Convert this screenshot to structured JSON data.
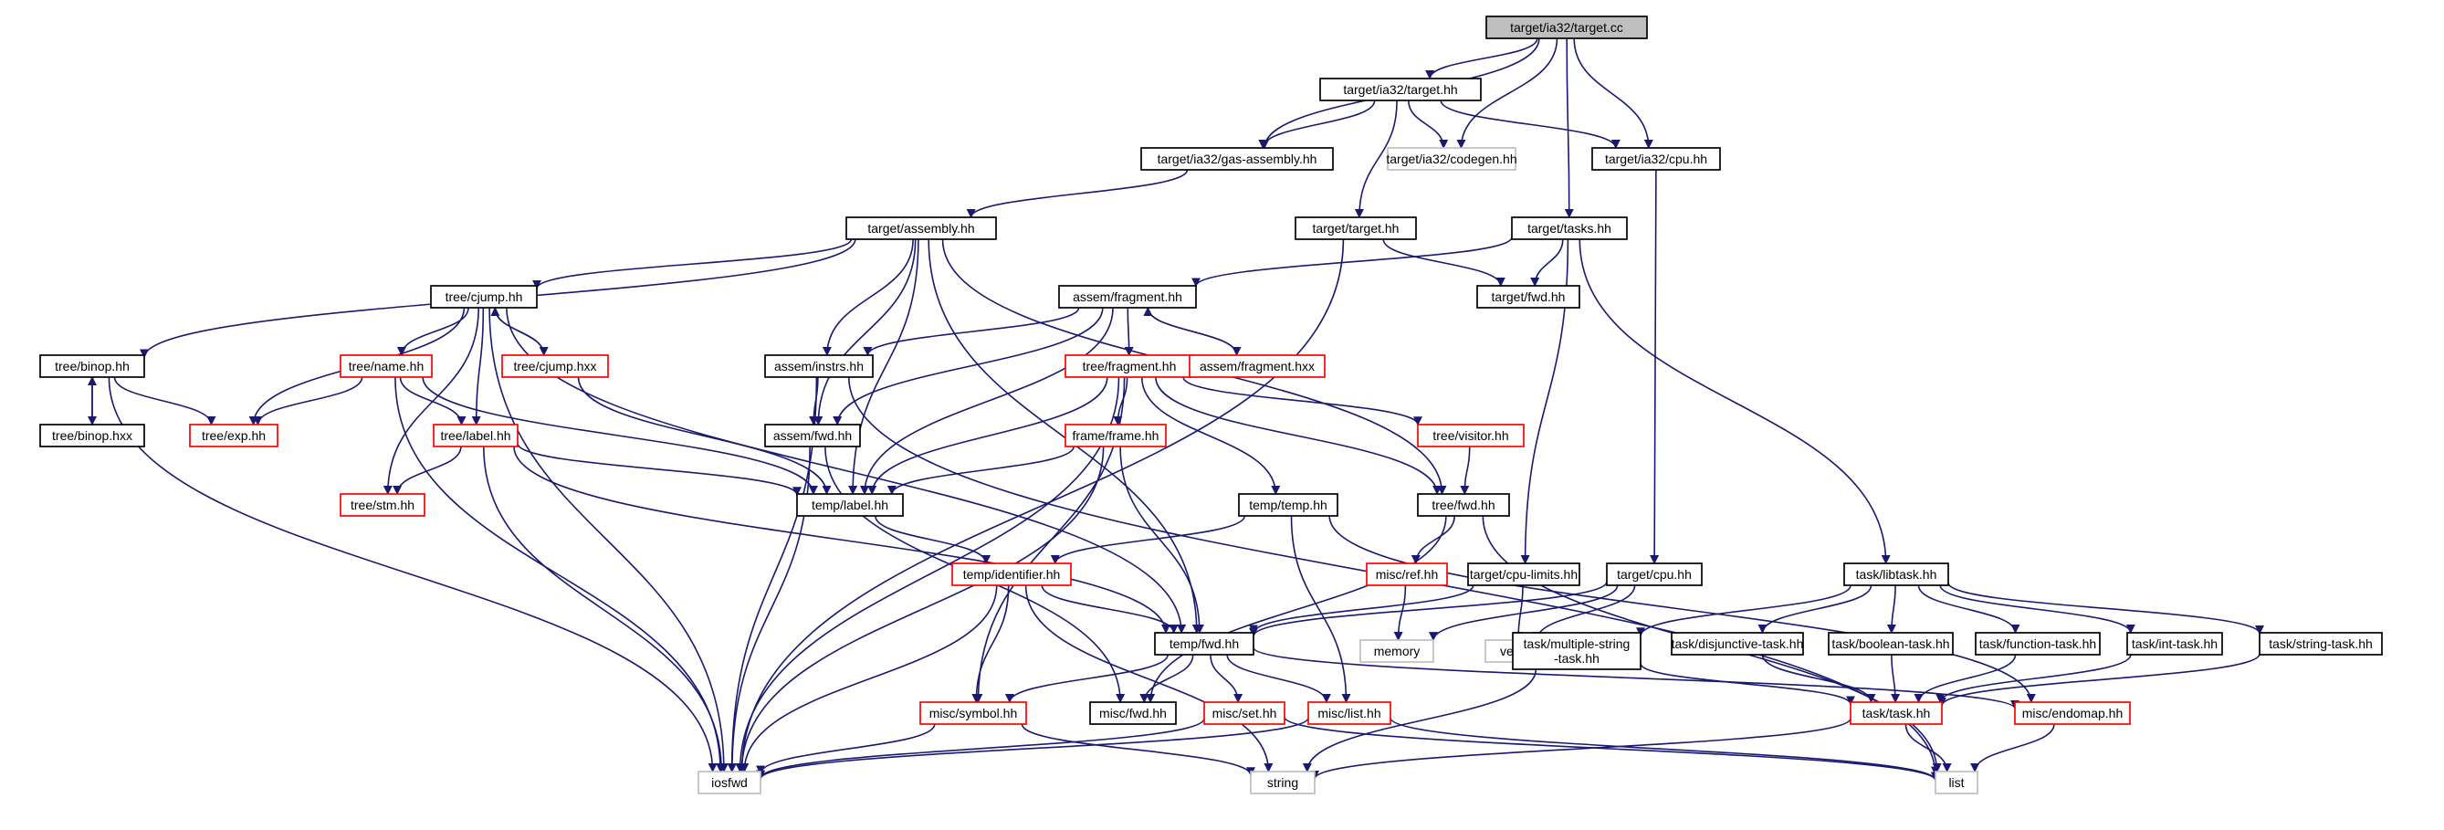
{
  "graph": {
    "nodes": [
      {
        "id": "target_cc",
        "label": "target/ia32/target.cc",
        "style": "root"
      },
      {
        "id": "target_hh",
        "label": "target/ia32/target.hh",
        "style": "normal"
      },
      {
        "id": "gas_assembly",
        "label": "target/ia32/gas-assembly.hh",
        "style": "normal"
      },
      {
        "id": "codegen",
        "label": "target/ia32/codegen.hh",
        "style": "gray"
      },
      {
        "id": "ia32_cpu",
        "label": "target/ia32/cpu.hh",
        "style": "normal"
      },
      {
        "id": "assembly",
        "label": "target/assembly.hh",
        "style": "normal"
      },
      {
        "id": "t_target",
        "label": "target/target.hh",
        "style": "normal"
      },
      {
        "id": "tasks",
        "label": "target/tasks.hh",
        "style": "normal"
      },
      {
        "id": "cjump",
        "label": "tree/cjump.hh",
        "style": "normal"
      },
      {
        "id": "fragment",
        "label": "assem/fragment.hh",
        "style": "normal"
      },
      {
        "id": "t_fwd",
        "label": "target/fwd.hh",
        "style": "normal"
      },
      {
        "id": "binop",
        "label": "tree/binop.hh",
        "style": "normal"
      },
      {
        "id": "binop_hxx",
        "label": "tree/binop.hxx",
        "style": "normal"
      },
      {
        "id": "name",
        "label": "tree/name.hh",
        "style": "red"
      },
      {
        "id": "cjump_hxx",
        "label": "tree/cjump.hxx",
        "style": "red"
      },
      {
        "id": "instrs",
        "label": "assem/instrs.hh",
        "style": "normal"
      },
      {
        "id": "tree_fragment",
        "label": "tree/fragment.hh",
        "style": "red"
      },
      {
        "id": "fragment_hxx",
        "label": "assem/fragment.hxx",
        "style": "red"
      },
      {
        "id": "exp",
        "label": "tree/exp.hh",
        "style": "red"
      },
      {
        "id": "tree_label",
        "label": "tree/label.hh",
        "style": "red"
      },
      {
        "id": "assem_fwd",
        "label": "assem/fwd.hh",
        "style": "normal"
      },
      {
        "id": "frame",
        "label": "frame/frame.hh",
        "style": "red"
      },
      {
        "id": "visitor",
        "label": "tree/visitor.hh",
        "style": "red"
      },
      {
        "id": "stm",
        "label": "tree/stm.hh",
        "style": "red"
      },
      {
        "id": "temp_label",
        "label": "temp/label.hh",
        "style": "normal"
      },
      {
        "id": "temp_temp",
        "label": "temp/temp.hh",
        "style": "normal"
      },
      {
        "id": "tree_fwd",
        "label": "tree/fwd.hh",
        "style": "normal"
      },
      {
        "id": "identifier",
        "label": "temp/identifier.hh",
        "style": "red"
      },
      {
        "id": "ref",
        "label": "misc/ref.hh",
        "style": "red"
      },
      {
        "id": "cpu_limits",
        "label": "target/cpu-limits.hh",
        "style": "normal"
      },
      {
        "id": "target_cpu",
        "label": "target/cpu.hh",
        "style": "normal"
      },
      {
        "id": "libtask",
        "label": "task/libtask.hh",
        "style": "normal"
      },
      {
        "id": "temp_fwd",
        "label": "temp/fwd.hh",
        "style": "normal"
      },
      {
        "id": "memory",
        "label": "memory",
        "style": "gray"
      },
      {
        "id": "vector",
        "label": "vector",
        "style": "gray"
      },
      {
        "id": "mstring",
        "label": "task/multiple-string\n-task.hh",
        "style": "normal"
      },
      {
        "id": "disjunctive",
        "label": "task/disjunctive-task.hh",
        "style": "normal"
      },
      {
        "id": "boolean",
        "label": "task/boolean-task.hh",
        "style": "normal"
      },
      {
        "id": "function",
        "label": "task/function-task.hh",
        "style": "normal"
      },
      {
        "id": "int_task",
        "label": "task/int-task.hh",
        "style": "normal"
      },
      {
        "id": "string_task",
        "label": "task/string-task.hh",
        "style": "normal"
      },
      {
        "id": "symbol",
        "label": "misc/symbol.hh",
        "style": "red"
      },
      {
        "id": "misc_fwd",
        "label": "misc/fwd.hh",
        "style": "normal"
      },
      {
        "id": "set",
        "label": "misc/set.hh",
        "style": "red"
      },
      {
        "id": "misc_list",
        "label": "misc/list.hh",
        "style": "red"
      },
      {
        "id": "task_hh",
        "label": "task/task.hh",
        "style": "red"
      },
      {
        "id": "endomap",
        "label": "misc/endomap.hh",
        "style": "red"
      },
      {
        "id": "iosfwd",
        "label": "iosfwd",
        "style": "gray"
      },
      {
        "id": "string",
        "label": "string",
        "style": "gray"
      },
      {
        "id": "list",
        "label": "list",
        "style": "gray"
      }
    ],
    "edges": [
      [
        "target_cc",
        "target_hh"
      ],
      [
        "target_cc",
        "gas_assembly"
      ],
      [
        "target_cc",
        "codegen"
      ],
      [
        "target_cc",
        "ia32_cpu"
      ],
      [
        "target_cc",
        "tasks"
      ],
      [
        "target_hh",
        "gas_assembly"
      ],
      [
        "target_hh",
        "codegen"
      ],
      [
        "target_hh",
        "ia32_cpu"
      ],
      [
        "target_hh",
        "t_target"
      ],
      [
        "gas_assembly",
        "assembly"
      ],
      [
        "ia32_cpu",
        "target_cpu"
      ],
      [
        "assembly",
        "cjump"
      ],
      [
        "assembly",
        "binop"
      ],
      [
        "assembly",
        "instrs"
      ],
      [
        "assembly",
        "assem_fwd"
      ],
      [
        "assembly",
        "temp_label"
      ],
      [
        "assembly",
        "temp_fwd"
      ],
      [
        "assembly",
        "tree_fwd"
      ],
      [
        "t_target",
        "t_fwd"
      ],
      [
        "t_target",
        "iosfwd"
      ],
      [
        "tasks",
        "t_fwd"
      ],
      [
        "tasks",
        "fragment"
      ],
      [
        "tasks",
        "cpu_limits"
      ],
      [
        "tasks",
        "libtask"
      ],
      [
        "cjump",
        "name"
      ],
      [
        "cjump",
        "cjump_hxx"
      ],
      [
        "cjump",
        "exp"
      ],
      [
        "cjump",
        "tree_label"
      ],
      [
        "cjump",
        "stm"
      ],
      [
        "cjump",
        "temp_fwd"
      ],
      [
        "cjump",
        "iosfwd"
      ],
      [
        "cjump_hxx",
        "cjump"
      ],
      [
        "cjump_hxx",
        "temp_label"
      ],
      [
        "binop",
        "binop_hxx"
      ],
      [
        "binop_hxx",
        "binop"
      ],
      [
        "binop",
        "exp"
      ],
      [
        "binop",
        "iosfwd"
      ],
      [
        "name",
        "exp"
      ],
      [
        "name",
        "tree_label"
      ],
      [
        "name",
        "temp_label"
      ],
      [
        "name",
        "iosfwd"
      ],
      [
        "fragment",
        "fragment_hxx"
      ],
      [
        "fragment_hxx",
        "fragment"
      ],
      [
        "fragment",
        "instrs"
      ],
      [
        "fragment",
        "tree_fragment"
      ],
      [
        "fragment",
        "assem_fwd"
      ],
      [
        "fragment",
        "temp_label"
      ],
      [
        "instrs",
        "assem_fwd"
      ],
      [
        "instrs",
        "iosfwd"
      ],
      [
        "instrs",
        "list"
      ],
      [
        "tree_fragment",
        "visitor"
      ],
      [
        "tree_fragment",
        "frame"
      ],
      [
        "tree_fragment",
        "temp_temp"
      ],
      [
        "tree_fragment",
        "tree_fwd"
      ],
      [
        "tree_fragment",
        "temp_label"
      ],
      [
        "tree_fragment",
        "symbol"
      ],
      [
        "tree_fragment",
        "iosfwd"
      ],
      [
        "tree_label",
        "stm"
      ],
      [
        "tree_label",
        "temp_label"
      ],
      [
        "tree_label",
        "temp_fwd"
      ],
      [
        "tree_label",
        "iosfwd"
      ],
      [
        "assem_fwd",
        "iosfwd"
      ],
      [
        "assem_fwd",
        "misc_fwd"
      ],
      [
        "frame",
        "temp_label"
      ],
      [
        "frame",
        "temp_fwd"
      ],
      [
        "frame",
        "iosfwd"
      ],
      [
        "visitor",
        "tree_fwd"
      ],
      [
        "temp_label",
        "identifier"
      ],
      [
        "temp_temp",
        "identifier"
      ],
      [
        "temp_temp",
        "misc_list"
      ],
      [
        "temp_temp",
        "endomap"
      ],
      [
        "tree_fwd",
        "ref"
      ],
      [
        "tree_fwd",
        "misc_fwd"
      ],
      [
        "tree_fwd",
        "list"
      ],
      [
        "identifier",
        "temp_fwd"
      ],
      [
        "identifier",
        "symbol"
      ],
      [
        "identifier",
        "iosfwd"
      ],
      [
        "identifier",
        "string"
      ],
      [
        "ref",
        "memory"
      ],
      [
        "cpu_limits",
        "temp_fwd"
      ],
      [
        "cpu_limits",
        "vector"
      ],
      [
        "target_cpu",
        "temp_fwd"
      ],
      [
        "target_cpu",
        "memory"
      ],
      [
        "target_cpu",
        "vector"
      ],
      [
        "libtask",
        "mstring"
      ],
      [
        "libtask",
        "disjunctive"
      ],
      [
        "libtask",
        "boolean"
      ],
      [
        "libtask",
        "function"
      ],
      [
        "libtask",
        "int_task"
      ],
      [
        "libtask",
        "string_task"
      ],
      [
        "mstring",
        "task_hh"
      ],
      [
        "mstring",
        "string"
      ],
      [
        "disjunctive",
        "task_hh"
      ],
      [
        "boolean",
        "task_hh"
      ],
      [
        "function",
        "task_hh"
      ],
      [
        "int_task",
        "task_hh"
      ],
      [
        "string_task",
        "task_hh"
      ],
      [
        "temp_fwd",
        "symbol"
      ],
      [
        "temp_fwd",
        "misc_fwd"
      ],
      [
        "temp_fwd",
        "set"
      ],
      [
        "temp_fwd",
        "misc_list"
      ],
      [
        "temp_fwd",
        "endomap"
      ],
      [
        "symbol",
        "iosfwd"
      ],
      [
        "symbol",
        "string"
      ],
      [
        "set",
        "iosfwd"
      ],
      [
        "set",
        "list"
      ],
      [
        "misc_list",
        "iosfwd"
      ],
      [
        "misc_list",
        "list"
      ],
      [
        "task_hh",
        "string"
      ],
      [
        "task_hh",
        "list"
      ],
      [
        "endomap",
        "list"
      ]
    ]
  }
}
